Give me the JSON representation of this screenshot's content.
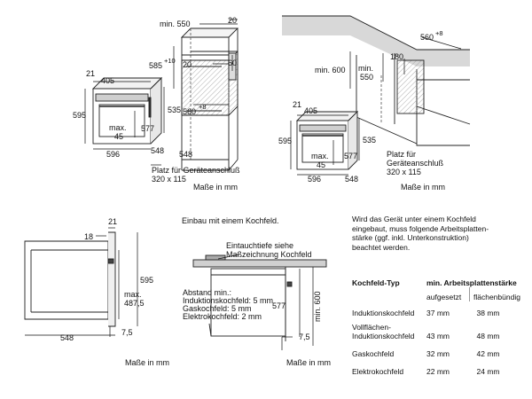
{
  "top_left": {
    "dims": {
      "min550": "min. 550",
      "d20": "20",
      "d585": "585",
      "d585sup": "+10",
      "d20b": "20",
      "d60": "60",
      "d560": "560",
      "d560sup": "+8",
      "d21": "21",
      "d405": "405",
      "d595": "595",
      "d535": "535",
      "max": "max.",
      "d45": "45",
      "d577": "577",
      "d596": "596",
      "d548": "548",
      "d548b": "548"
    },
    "note_line1": "Platz für Geräteanschluß",
    "note_line2": "320 x 115",
    "units": "Maße in mm"
  },
  "top_right": {
    "dims": {
      "d560": "560",
      "d560sup": "+8",
      "min600": "min. 600",
      "min": "min.",
      "d550": "550",
      "d180": "180",
      "d21": "21",
      "d405": "405",
      "d595": "595",
      "d535": "535",
      "max": "max.",
      "d45": "45",
      "d577": "577",
      "d596": "596",
      "d548": "548"
    },
    "note_line1": "Platz für",
    "note_line2": "Geräteanschluß",
    "note_line3": "320 x 115",
    "units": "Maße in mm"
  },
  "bottom_left": {
    "dims": {
      "d21": "21",
      "d18": "18",
      "d595": "595",
      "max": "max.",
      "d487": "487,5",
      "d7": "7,5",
      "d548": "548"
    },
    "units": "Maße in mm"
  },
  "bottom_mid": {
    "title": "Einbau mit einem Kochfeld.",
    "callout1": "Eintauchtiefe siehe",
    "callout2": "Maßzeichnung Kochfeld",
    "abstand": "Abstand min.:",
    "induktion": "Induktionskochfeld: 5 mm",
    "gas": "Gaskochfeld: 5 mm",
    "elektro": "Elektrokochfeld: 2 mm",
    "d577": "577",
    "min600": "min. 600",
    "d7": "7,5",
    "units": "Maße in mm"
  },
  "bottom_right": {
    "note1": "Wird das Gerät unter einem Kochfeld",
    "note2": "eingebaut, muss folgende Arbeitsplatten-",
    "note3": "stärke (ggf. inkl. Unterkonstruktion)",
    "note4": "beachtet werden.",
    "header_type": "Kochfeld-Typ",
    "header_min": "min. Arbeitsplattenstärke",
    "sub_a": "aufgesetzt",
    "sub_b": "flächenbündig",
    "rows": [
      {
        "type": "Induktionskochfeld",
        "a": "37 mm",
        "b": "38 mm"
      },
      {
        "type": "Vollflächen-",
        "type2": "Induktionskochfeld",
        "a": "43 mm",
        "b": "48 mm"
      },
      {
        "type": "Gaskochfeld",
        "a": "32 mm",
        "b": "42 mm"
      },
      {
        "type": "Elektrokochfeld",
        "a": "22 mm",
        "b": "24 mm"
      }
    ]
  }
}
